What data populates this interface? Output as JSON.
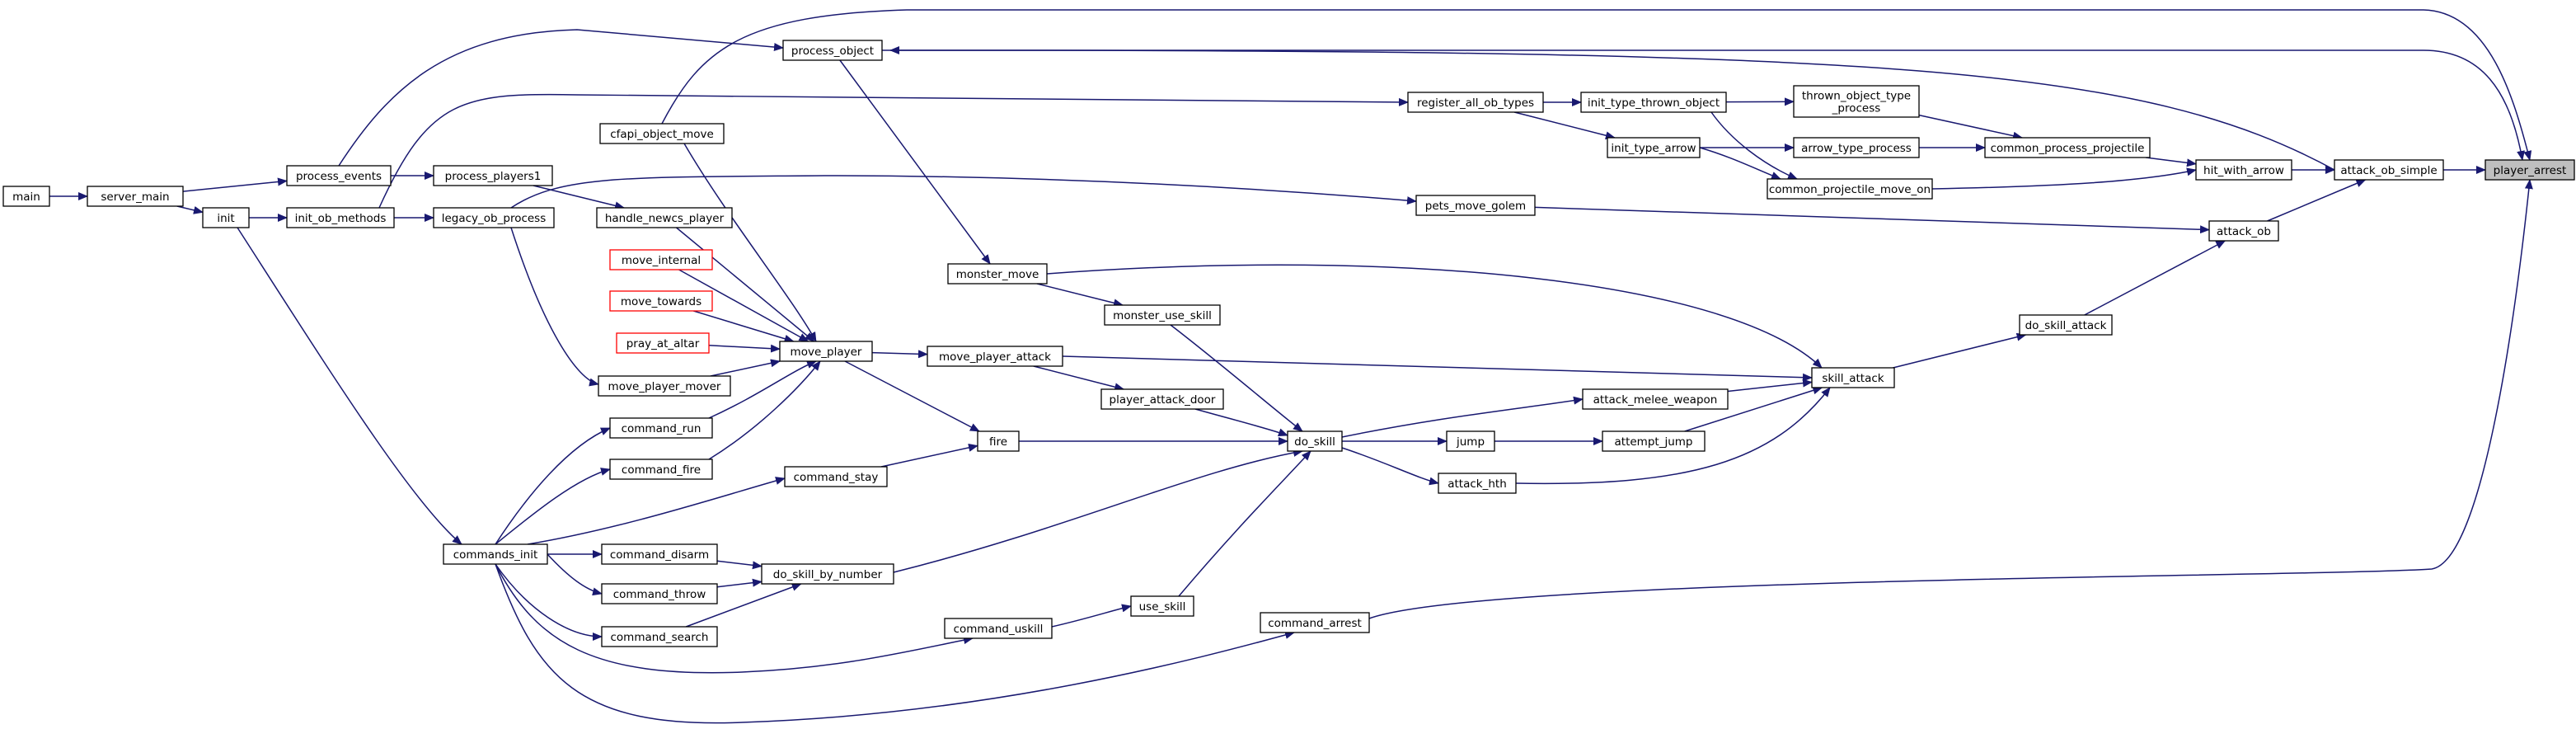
{
  "colors": {
    "edge": "#191970",
    "node_border": "#000000",
    "node_border_external": "#ff0000",
    "root_fill": "#bfbfbf",
    "background": "#ffffff"
  },
  "diagram": {
    "type": "call-graph",
    "root": "player_arrest",
    "nodes": [
      {
        "id": "player_arrest",
        "lines": [
          "player_arrest"
        ],
        "style": "root"
      },
      {
        "id": "attack_ob_simple",
        "lines": [
          "attack_ob_simple"
        ]
      },
      {
        "id": "hit_with_arrow",
        "lines": [
          "hit_with_arrow"
        ]
      },
      {
        "id": "attack_ob",
        "lines": [
          "attack_ob"
        ]
      },
      {
        "id": "common_process_projectile",
        "lines": [
          "common_process_projectile"
        ]
      },
      {
        "id": "common_projectile_move_on",
        "lines": [
          "common_projectile_move_on"
        ]
      },
      {
        "id": "thrown_object_type_process",
        "lines": [
          "thrown_object_type",
          "_process"
        ]
      },
      {
        "id": "arrow_type_process",
        "lines": [
          "arrow_type_process"
        ]
      },
      {
        "id": "init_type_thrown_object",
        "lines": [
          "init_type_thrown_object"
        ]
      },
      {
        "id": "init_type_arrow",
        "lines": [
          "init_type_arrow"
        ]
      },
      {
        "id": "register_all_ob_types",
        "lines": [
          "register_all_ob_types"
        ]
      },
      {
        "id": "pets_move_golem",
        "lines": [
          "pets_move_golem"
        ]
      },
      {
        "id": "do_skill_attack",
        "lines": [
          "do_skill_attack"
        ]
      },
      {
        "id": "skill_attack",
        "lines": [
          "skill_attack"
        ]
      },
      {
        "id": "attack_melee_weapon",
        "lines": [
          "attack_melee_weapon"
        ]
      },
      {
        "id": "attempt_jump",
        "lines": [
          "attempt_jump"
        ]
      },
      {
        "id": "jump",
        "lines": [
          "jump"
        ]
      },
      {
        "id": "attack_hth",
        "lines": [
          "attack_hth"
        ]
      },
      {
        "id": "do_skill",
        "lines": [
          "do_skill"
        ]
      },
      {
        "id": "monster_move",
        "lines": [
          "monster_move"
        ]
      },
      {
        "id": "monster_use_skill",
        "lines": [
          "monster_use_skill"
        ]
      },
      {
        "id": "move_player_attack",
        "lines": [
          "move_player_attack"
        ]
      },
      {
        "id": "player_attack_door",
        "lines": [
          "player_attack_door"
        ]
      },
      {
        "id": "fire",
        "lines": [
          "fire"
        ]
      },
      {
        "id": "use_skill",
        "lines": [
          "use_skill"
        ]
      },
      {
        "id": "command_uskill",
        "lines": [
          "command_uskill"
        ]
      },
      {
        "id": "command_arrest",
        "lines": [
          "command_arrest"
        ]
      },
      {
        "id": "process_object",
        "lines": [
          "process_object"
        ]
      },
      {
        "id": "cfapi_object_move",
        "lines": [
          "cfapi_object_move"
        ]
      },
      {
        "id": "move_player",
        "lines": [
          "move_player"
        ]
      },
      {
        "id": "handle_newcs_player",
        "lines": [
          "handle_newcs_player"
        ]
      },
      {
        "id": "move_internal",
        "lines": [
          "move_internal"
        ],
        "style": "red"
      },
      {
        "id": "move_towards",
        "lines": [
          "move_towards"
        ],
        "style": "red"
      },
      {
        "id": "pray_at_altar",
        "lines": [
          "pray_at_altar"
        ],
        "style": "red"
      },
      {
        "id": "move_player_mover",
        "lines": [
          "move_player_mover"
        ]
      },
      {
        "id": "command_run",
        "lines": [
          "command_run"
        ]
      },
      {
        "id": "command_fire",
        "lines": [
          "command_fire"
        ]
      },
      {
        "id": "command_stay",
        "lines": [
          "command_stay"
        ]
      },
      {
        "id": "do_skill_by_number",
        "lines": [
          "do_skill_by_number"
        ]
      },
      {
        "id": "command_disarm",
        "lines": [
          "command_disarm"
        ]
      },
      {
        "id": "command_throw",
        "lines": [
          "command_throw"
        ]
      },
      {
        "id": "command_search",
        "lines": [
          "command_search"
        ]
      },
      {
        "id": "commands_init",
        "lines": [
          "commands_init"
        ]
      },
      {
        "id": "process_players1",
        "lines": [
          "process_players1"
        ]
      },
      {
        "id": "legacy_ob_process",
        "lines": [
          "legacy_ob_process"
        ]
      },
      {
        "id": "process_events",
        "lines": [
          "process_events"
        ]
      },
      {
        "id": "init_ob_methods",
        "lines": [
          "init_ob_methods"
        ]
      },
      {
        "id": "init",
        "lines": [
          "init"
        ]
      },
      {
        "id": "server_main",
        "lines": [
          "server_main"
        ]
      },
      {
        "id": "main",
        "lines": [
          "main"
        ]
      }
    ],
    "edges": [
      {
        "from": "attack_ob_simple",
        "to": "player_arrest"
      },
      {
        "from": "command_arrest",
        "to": "player_arrest"
      },
      {
        "from": "process_object",
        "to": "player_arrest"
      },
      {
        "from": "cfapi_object_move",
        "to": "player_arrest"
      },
      {
        "from": "hit_with_arrow",
        "to": "attack_ob_simple"
      },
      {
        "from": "attack_ob",
        "to": "attack_ob_simple"
      },
      {
        "from": "attack_ob_simple",
        "to": "process_object"
      },
      {
        "from": "common_process_projectile",
        "to": "hit_with_arrow"
      },
      {
        "from": "common_projectile_move_on",
        "to": "hit_with_arrow"
      },
      {
        "from": "thrown_object_type_process",
        "to": "common_process_projectile"
      },
      {
        "from": "arrow_type_process",
        "to": "common_process_projectile"
      },
      {
        "from": "init_type_thrown_object",
        "to": "thrown_object_type_process"
      },
      {
        "from": "init_type_arrow",
        "to": "arrow_type_process"
      },
      {
        "from": "init_type_thrown_object",
        "to": "common_projectile_move_on"
      },
      {
        "from": "init_type_arrow",
        "to": "common_projectile_move_on"
      },
      {
        "from": "register_all_ob_types",
        "to": "init_type_thrown_object"
      },
      {
        "from": "register_all_ob_types",
        "to": "init_type_arrow"
      },
      {
        "from": "init_ob_methods",
        "to": "register_all_ob_types"
      },
      {
        "from": "pets_move_golem",
        "to": "attack_ob"
      },
      {
        "from": "do_skill_attack",
        "to": "attack_ob"
      },
      {
        "from": "legacy_ob_process",
        "to": "pets_move_golem"
      },
      {
        "from": "skill_attack",
        "to": "do_skill_attack"
      },
      {
        "from": "attack_melee_weapon",
        "to": "skill_attack"
      },
      {
        "from": "attempt_jump",
        "to": "skill_attack"
      },
      {
        "from": "attack_hth",
        "to": "skill_attack"
      },
      {
        "from": "monster_move",
        "to": "skill_attack"
      },
      {
        "from": "move_player_attack",
        "to": "skill_attack"
      },
      {
        "from": "do_skill",
        "to": "attack_melee_weapon"
      },
      {
        "from": "jump",
        "to": "attempt_jump"
      },
      {
        "from": "do_skill",
        "to": "jump"
      },
      {
        "from": "do_skill",
        "to": "attack_hth"
      },
      {
        "from": "monster_use_skill",
        "to": "do_skill"
      },
      {
        "from": "player_attack_door",
        "to": "do_skill"
      },
      {
        "from": "fire",
        "to": "do_skill"
      },
      {
        "from": "use_skill",
        "to": "do_skill"
      },
      {
        "from": "do_skill_by_number",
        "to": "do_skill"
      },
      {
        "from": "monster_move",
        "to": "monster_use_skill"
      },
      {
        "from": "process_object",
        "to": "monster_move"
      },
      {
        "from": "move_player",
        "to": "move_player_attack"
      },
      {
        "from": "move_player_attack",
        "to": "player_attack_door"
      },
      {
        "from": "move_player",
        "to": "fire"
      },
      {
        "from": "command_stay",
        "to": "fire"
      },
      {
        "from": "command_uskill",
        "to": "use_skill"
      },
      {
        "from": "commands_init",
        "to": "command_uskill"
      },
      {
        "from": "commands_init",
        "to": "command_arrest"
      },
      {
        "from": "cfapi_object_move",
        "to": "move_player"
      },
      {
        "from": "handle_newcs_player",
        "to": "move_player"
      },
      {
        "from": "move_internal",
        "to": "move_player"
      },
      {
        "from": "move_towards",
        "to": "move_player"
      },
      {
        "from": "pray_at_altar",
        "to": "move_player"
      },
      {
        "from": "move_player_mover",
        "to": "move_player"
      },
      {
        "from": "command_run",
        "to": "move_player"
      },
      {
        "from": "command_fire",
        "to": "move_player"
      },
      {
        "from": "legacy_ob_process",
        "to": "move_player_mover"
      },
      {
        "from": "process_players1",
        "to": "handle_newcs_player"
      },
      {
        "from": "commands_init",
        "to": "command_run"
      },
      {
        "from": "commands_init",
        "to": "command_fire"
      },
      {
        "from": "commands_init",
        "to": "command_stay"
      },
      {
        "from": "command_disarm",
        "to": "do_skill_by_number"
      },
      {
        "from": "command_throw",
        "to": "do_skill_by_number"
      },
      {
        "from": "command_search",
        "to": "do_skill_by_number"
      },
      {
        "from": "commands_init",
        "to": "command_disarm"
      },
      {
        "from": "commands_init",
        "to": "command_throw"
      },
      {
        "from": "commands_init",
        "to": "command_search"
      },
      {
        "from": "init",
        "to": "commands_init"
      },
      {
        "from": "process_events",
        "to": "process_players1"
      },
      {
        "from": "process_events",
        "to": "process_object"
      },
      {
        "from": "init_ob_methods",
        "to": "legacy_ob_process"
      },
      {
        "from": "server_main",
        "to": "process_events"
      },
      {
        "from": "init",
        "to": "init_ob_methods"
      },
      {
        "from": "server_main",
        "to": "init"
      },
      {
        "from": "main",
        "to": "server_main"
      }
    ]
  }
}
